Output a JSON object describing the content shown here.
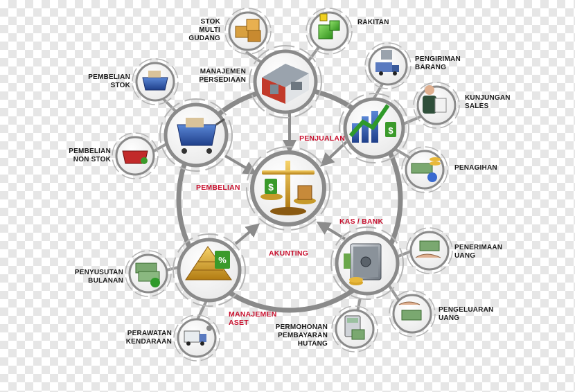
{
  "colors": {
    "ring": "#8a8a8a",
    "category_text": "#c8102e",
    "label_text": "#1a1a1a",
    "arrow": "#8c8c8c"
  },
  "labels": {
    "stok_multi_gudang": "STOK\nMULTI\nGUDANG",
    "rakitan": "RAKITAN",
    "manajemen_persediaan": "MANAJEMEN\nPERSEDIAAN",
    "pengiriman_barang": "PENGIRIMAN\nBARANG",
    "pembelian_stok": "PEMBELIAN\nSTOK",
    "kunjungan_sales": "KUNJUNGAN\nSALES",
    "penjualan": "PENJUALAN",
    "pembelian_non_stok": "PEMBELIAN\nNON STOK",
    "penagihan": "PENAGIHAN",
    "pembelian": "PEMBELIAN",
    "kas_bank": "KAS / BANK",
    "penerimaan_uang": "PENERIMAAN\nUANG",
    "akunting": "AKUNTING",
    "penyusutan_bulanan": "PENYUSUTAN\nBULANAN",
    "manajemen_aset": "MANAJEMEN\nASET",
    "pengeluaran_uang": "PENGELUARAN\nUANG",
    "permohonan_pembayaran_hutang": "PERMOHONAN\nPEMBAYARAN\nHUTANG",
    "perawatan_kendaraan": "PERAWATAN\nKENDARAAN"
  },
  "icons": {
    "center": "scale-icon",
    "persediaan": "warehouse-icon",
    "penjualan": "sales-chart-icon",
    "pembelian": "shopping-cart-icon",
    "kas_bank": "safe-icon",
    "aset": "pyramid-icon",
    "stok_multi_gudang": "boxes-icon",
    "rakitan": "cubes-icon",
    "pengiriman": "delivery-truck-icon",
    "kunjungan": "salesman-icon",
    "penagihan": "cash-coins-icon",
    "pembelian_stok": "basket-icon",
    "pembelian_non_stok": "red-basket-icon",
    "penerimaan": "receive-money-icon",
    "pengeluaran": "give-money-icon",
    "hutang": "calculator-invoice-icon",
    "penyusutan": "depreciation-money-icon",
    "perawatan": "truck-maintenance-icon"
  }
}
